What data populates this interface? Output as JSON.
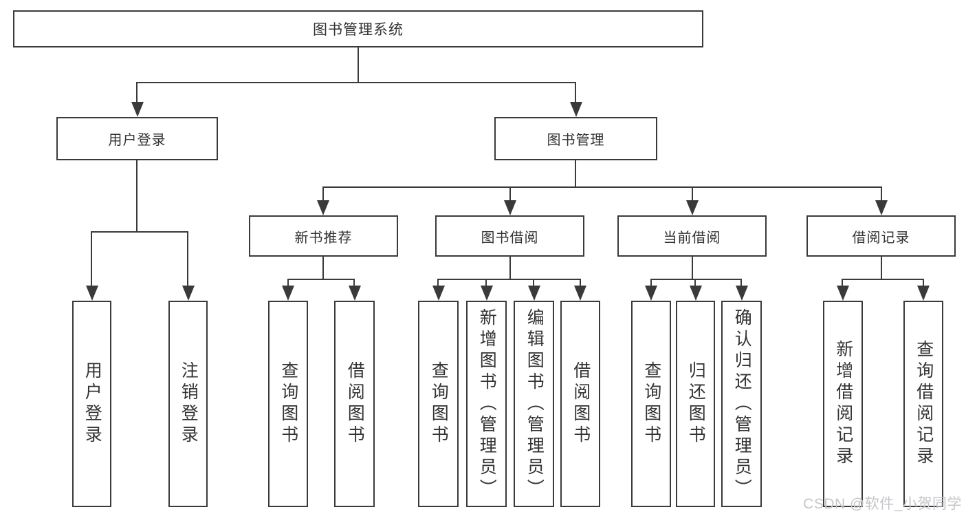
{
  "tree": {
    "label": "图书管理系统",
    "children": [
      {
        "label": "用户登录",
        "children": [
          {
            "label": "用户登录"
          },
          {
            "label": "注销登录"
          }
        ]
      },
      {
        "label": "图书管理",
        "children": [
          {
            "label": "新书推荐",
            "children": [
              {
                "label": "查询图书"
              },
              {
                "label": "借阅图书"
              }
            ]
          },
          {
            "label": "图书借阅",
            "children": [
              {
                "label": "查询图书"
              },
              {
                "label": "新增图书（管理员）"
              },
              {
                "label": "编辑图书（管理员）"
              },
              {
                "label": "借阅图书"
              }
            ]
          },
          {
            "label": "当前借阅",
            "children": [
              {
                "label": "查询图书"
              },
              {
                "label": "归还图书"
              },
              {
                "label": "确认归还（管理员）"
              }
            ]
          },
          {
            "label": "借阅记录",
            "children": [
              {
                "label": "新增借阅记录"
              },
              {
                "label": "查询借阅记录"
              }
            ]
          }
        ]
      }
    ]
  },
  "watermark": "CSDN @软件_小贺同学",
  "colors": {
    "line": "#3a3a3a",
    "text": "#333333",
    "watermark": "#c6c6ca",
    "background": "#ffffff"
  }
}
